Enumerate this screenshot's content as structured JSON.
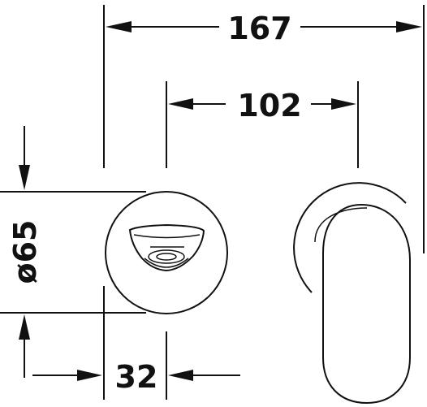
{
  "dimensions": {
    "overall_width": "167",
    "inner_width": "102",
    "diameter": "ø65",
    "depth": "32"
  },
  "colors": {
    "ink": "#111111",
    "paper": "#ffffff"
  }
}
